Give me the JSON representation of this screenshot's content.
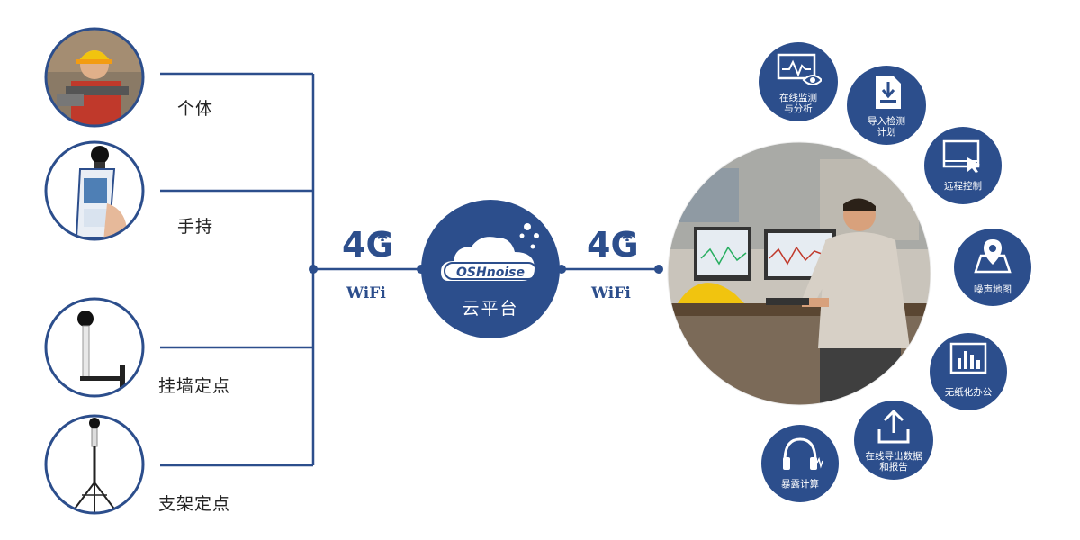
{
  "devices": [
    {
      "label": "个体",
      "icon": "worker-photo"
    },
    {
      "label": "手持",
      "icon": "handheld-meter-photo"
    },
    {
      "label": "挂墙定点",
      "icon": "wall-mounted-monitor-photo"
    },
    {
      "label": "支架定点",
      "icon": "tripod-monitor-photo"
    }
  ],
  "network_left": {
    "top": "4G",
    "bottom": "WiFi"
  },
  "network_right": {
    "top": "4G",
    "bottom": "WiFi"
  },
  "cloud": {
    "logo": "OSHnoise",
    "label": "云平台"
  },
  "features": [
    {
      "label_lines": [
        "在线监测",
        "与分析"
      ],
      "icon": "monitor-eye-icon"
    },
    {
      "label_lines": [
        "导入检测",
        "计划"
      ],
      "icon": "import-document-icon"
    },
    {
      "label_lines": [
        "远程控制"
      ],
      "icon": "remote-control-icon"
    },
    {
      "label_lines": [
        "噪声地图"
      ],
      "icon": "map-pin-icon"
    },
    {
      "label_lines": [
        "无纸化办公"
      ],
      "icon": "bar-chart-monitor-icon"
    },
    {
      "label_lines": [
        "在线导出数据",
        "和报告"
      ],
      "icon": "upload-icon"
    },
    {
      "label_lines": [
        "暴露计算"
      ],
      "icon": "headphones-icon"
    }
  ],
  "colors": {
    "accent": "#2c4e8c",
    "line": "#2c4e8c",
    "text": "#222222"
  }
}
